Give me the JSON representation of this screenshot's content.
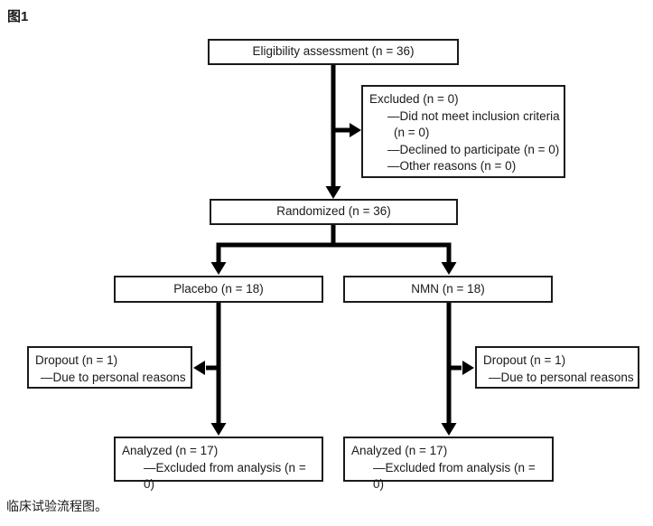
{
  "figure_label": "图1",
  "caption": "临床试验流程图。",
  "flowchart": {
    "eligibility": {
      "label": "Eligibility assessment (n = 36)"
    },
    "excluded": {
      "title": "Excluded (n = 0)",
      "reason_inclusion_line1": "—Did not meet inclusion criteria",
      "reason_inclusion_line2": "(n = 0)",
      "reason_declined": "—Declined to participate (n = 0)",
      "reason_other": "—Other reasons (n = 0)"
    },
    "randomized": {
      "label": "Randomized (n = 36)"
    },
    "placebo": {
      "label": "Placebo (n = 18)"
    },
    "nmn": {
      "label": "NMN (n = 18)"
    },
    "dropout_left": {
      "title": "Dropout (n = 1)",
      "reason": "—Due to personal reasons"
    },
    "dropout_right": {
      "title": "Dropout (n = 1)",
      "reason": "—Due to personal reasons"
    },
    "analyzed_left": {
      "title": "Analyzed (n = 17)",
      "detail": "—Excluded from analysis (n = 0)"
    },
    "analyzed_right": {
      "title": "Analyzed (n = 17)",
      "detail": "—Excluded from analysis (n = 0)"
    }
  },
  "colors": {
    "line": "#000000",
    "border": "#1a1a1a",
    "text": "#1a1a1a",
    "background": "#ffffff"
  }
}
